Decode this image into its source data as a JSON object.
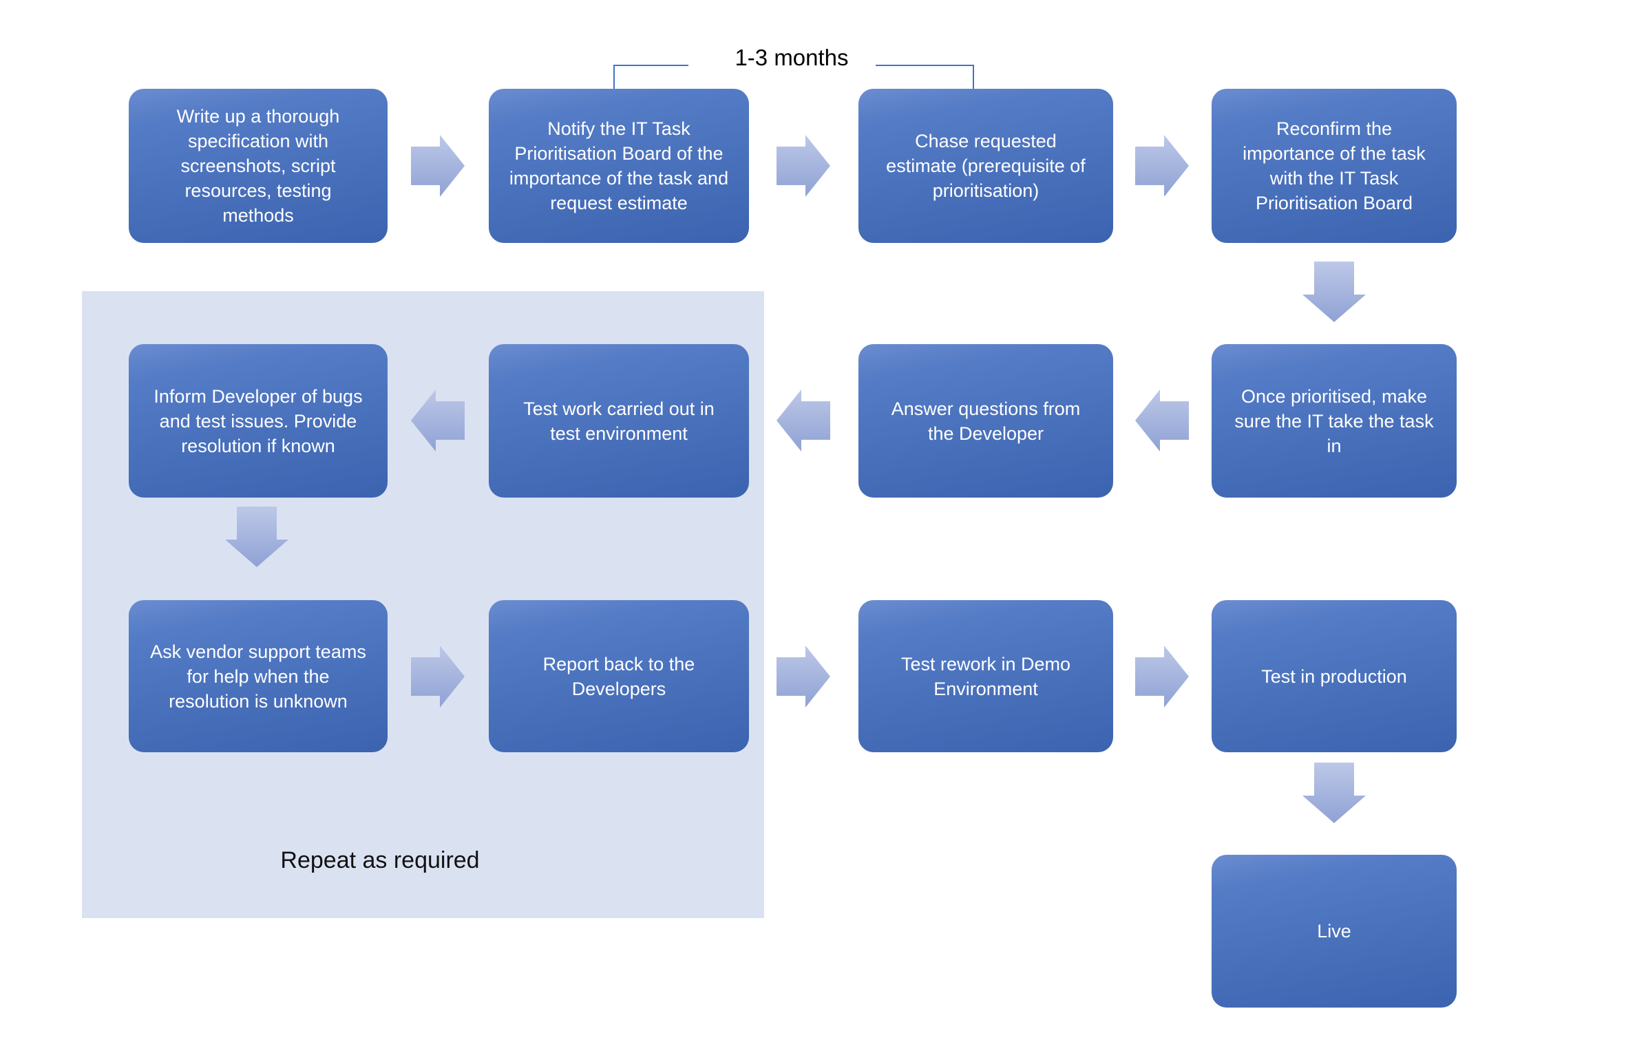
{
  "diagram": {
    "annotation_label": "1-3 months",
    "repeat_label": "Repeat as required"
  },
  "nodes": [
    {
      "id": 1,
      "label": "Write up a thorough specification with screenshots, script resources, testing methods"
    },
    {
      "id": 2,
      "label": "Notify the IT Task Prioritisation Board of the importance of the task and request estimate"
    },
    {
      "id": 3,
      "label": "Chase requested estimate (prerequisite of prioritisation)"
    },
    {
      "id": 4,
      "label": "Reconfirm the importance of the task with the IT Task Prioritisation Board"
    },
    {
      "id": 5,
      "label": "Once prioritised, make sure the IT take the task in"
    },
    {
      "id": 6,
      "label": "Answer questions from the Developer"
    },
    {
      "id": 7,
      "label": "Test work carried out in test environment"
    },
    {
      "id": 8,
      "label": "Inform Developer of bugs and test issues. Provide resolution if known"
    },
    {
      "id": 9,
      "label": "Ask vendor support teams for help when the resolution is unknown"
    },
    {
      "id": 10,
      "label": "Report back to the Developers"
    },
    {
      "id": 11,
      "label": "Test rework in Demo Environment"
    },
    {
      "id": 12,
      "label": "Test in production"
    },
    {
      "id": 13,
      "label": "Live"
    }
  ],
  "edges": [
    {
      "from": 1,
      "to": 2,
      "direction": "right"
    },
    {
      "from": 2,
      "to": 3,
      "direction": "right"
    },
    {
      "from": 3,
      "to": 4,
      "direction": "right"
    },
    {
      "from": 4,
      "to": 5,
      "direction": "down"
    },
    {
      "from": 5,
      "to": 6,
      "direction": "left"
    },
    {
      "from": 6,
      "to": 7,
      "direction": "left"
    },
    {
      "from": 7,
      "to": 8,
      "direction": "left"
    },
    {
      "from": 8,
      "to": 9,
      "direction": "down"
    },
    {
      "from": 9,
      "to": 10,
      "direction": "right"
    },
    {
      "from": 10,
      "to": 11,
      "direction": "right"
    },
    {
      "from": 11,
      "to": 12,
      "direction": "right"
    },
    {
      "from": 12,
      "to": 13,
      "direction": "down"
    }
  ],
  "annotation_bracket": {
    "label": "1-3 months",
    "spans_nodes": [
      2,
      3
    ]
  },
  "repeat_region": {
    "label": "Repeat as required",
    "contains_nodes": [
      7,
      8,
      9,
      10
    ]
  },
  "colors": {
    "node_gradient_top": "#6b8cd0",
    "node_gradient_bottom": "#3b63af",
    "arrow_gradient_top": "#bdc8e8",
    "arrow_gradient_bottom": "#8fa2d4",
    "repeat_region_background": "#dae2f2",
    "bracket_line": "#4472c4",
    "node_text": "#ffffff",
    "annotation_text": "#000000",
    "page_background": "#ffffff"
  }
}
